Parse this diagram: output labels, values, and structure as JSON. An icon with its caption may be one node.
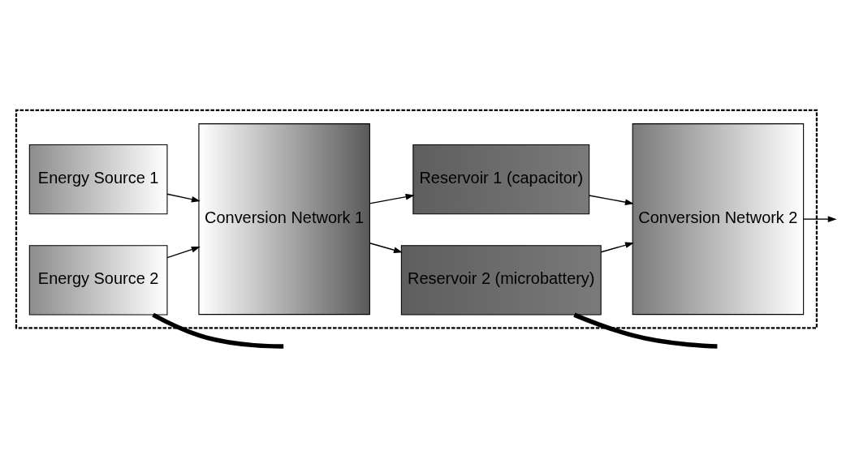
{
  "diagram": {
    "nodes": [
      {
        "text": [],
        "shape": "box"
      },
      {
        "text": [
          "Energy Source 1"
        ],
        "in": 0
      },
      {
        "text": [
          "Energy Source 2"
        ],
        "in": 0
      },
      {
        "text": [
          "Conversion Network 1"
        ],
        "in": 0
      },
      {
        "text": [
          "Reservoir 1 (capacitor)"
        ],
        "in": 0
      },
      {
        "text": [
          "Reservoir 2 (microbattery)"
        ],
        "in": 0
      },
      {
        "text": [
          "Conversion Network 2"
        ],
        "in": 0
      }
    ],
    "edges": [
      {
        "from": 1,
        "to": 3,
        "arrow": "to"
      },
      {
        "from": 2,
        "to": 3,
        "arrow": "to"
      },
      {
        "from": 3,
        "to": 4,
        "arrow": "to"
      },
      {
        "from": 3,
        "to": 5,
        "arrow": "to"
      },
      {
        "from": 4,
        "to": 6,
        "arrow": "to"
      },
      {
        "from": 5,
        "to": 6,
        "arrow": "to"
      },
      {
        "from": 6,
        "to": null,
        "arrow": "to"
      },
      {
        "from": 2,
        "to": null,
        "arrow": "none",
        "style": "thick"
      },
      {
        "from": 5,
        "to": null,
        "arrow": "none",
        "style": "thick"
      }
    ]
  }
}
